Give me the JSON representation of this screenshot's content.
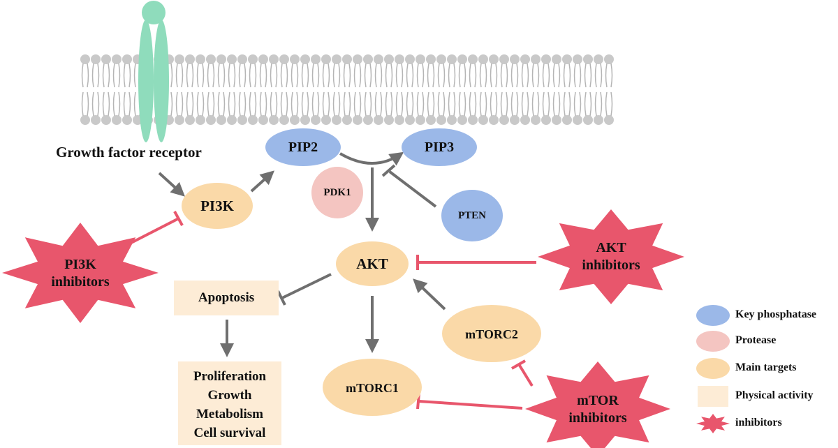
{
  "receptor": {
    "label": "Growth factor receptor"
  },
  "nodes": {
    "pi3k": "PI3K",
    "pip2": "PIP2",
    "pip3": "PIP3",
    "pdk1": "PDK1",
    "pten": "PTEN",
    "akt": "AKT",
    "apoptosis": "Apoptosis",
    "outcomes": [
      "Proliferation",
      "Growth",
      "Metabolism",
      "Cell survival"
    ],
    "mtorc1": "mTORC1",
    "mtorc2": "mTORC2"
  },
  "inhibitors": {
    "pi3k": [
      "PI3K",
      "inhibitors"
    ],
    "akt": [
      "AKT",
      "inhibitors"
    ],
    "mtor": [
      "mTOR",
      "inhibitors"
    ]
  },
  "legend": [
    {
      "label": "Key phosphatase",
      "icon": "blue-ellipse",
      "color": "#9bb8e8"
    },
    {
      "label": "Protease",
      "icon": "pink-ellipse",
      "color": "#f4c5c1"
    },
    {
      "label": "Main targets",
      "icon": "orange-ellipse",
      "color": "#fad9a8"
    },
    {
      "label": "Physical activity",
      "icon": "beige-rectangle",
      "color": "#fdecd6"
    },
    {
      "label": "inhibitors",
      "icon": "red-star",
      "color": "#e8566c"
    }
  ],
  "colors": {
    "receptor": "#8fdcbc",
    "membrane_head": "#c9c9c9",
    "activation_arrow": "#6f6f6f",
    "inhibition_line": "#e8566c",
    "pten_inhibition": "#6f6f6f"
  }
}
